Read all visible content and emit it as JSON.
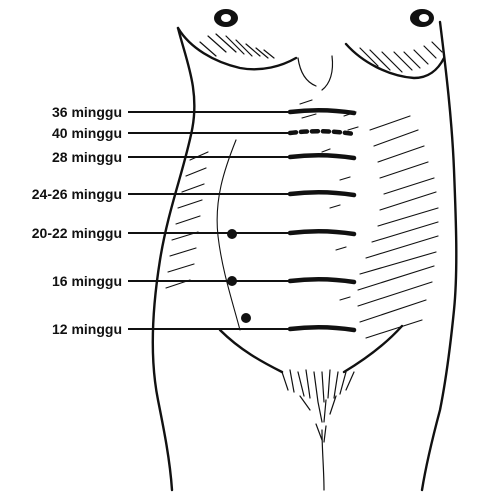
{
  "diagram": {
    "subject": "fundal height by gestational age",
    "ink_color": "#111111",
    "background": "#ffffff",
    "markers": [
      {
        "id": "36",
        "label": "36 minggu",
        "style": "solid"
      },
      {
        "id": "40",
        "label": "40 minggu",
        "style": "dashed"
      },
      {
        "id": "28",
        "label": "28 minggu",
        "style": "solid"
      },
      {
        "id": "24-26",
        "label": "24-26 minggu",
        "style": "solid"
      },
      {
        "id": "20-22",
        "label": "20-22 minggu",
        "style": "solid"
      },
      {
        "id": "16",
        "label": "16 minggu",
        "style": "solid"
      },
      {
        "id": "12",
        "label": "12 minggu",
        "style": "solid"
      }
    ]
  }
}
